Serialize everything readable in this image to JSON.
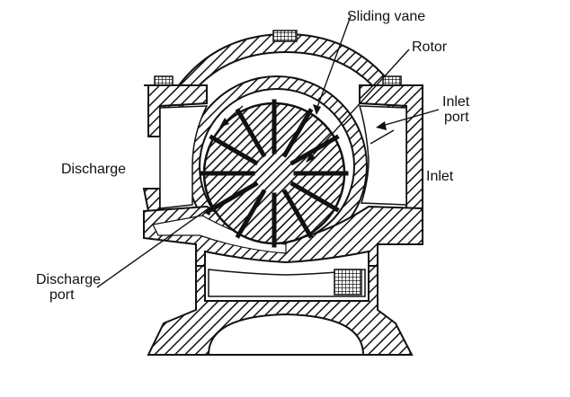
{
  "diagram": {
    "labels": {
      "sliding_vane": "Sliding vane",
      "rotor": "Rotor",
      "inlet_port": [
        "Inlet",
        "port"
      ],
      "inlet": "Inlet",
      "discharge": "Discharge",
      "discharge_port": [
        "Discharge",
        "port"
      ]
    },
    "vane_count": 12,
    "colors": {
      "ink": "#111111",
      "background": "#ffffff",
      "port_fill": "#f2f2f2"
    }
  }
}
